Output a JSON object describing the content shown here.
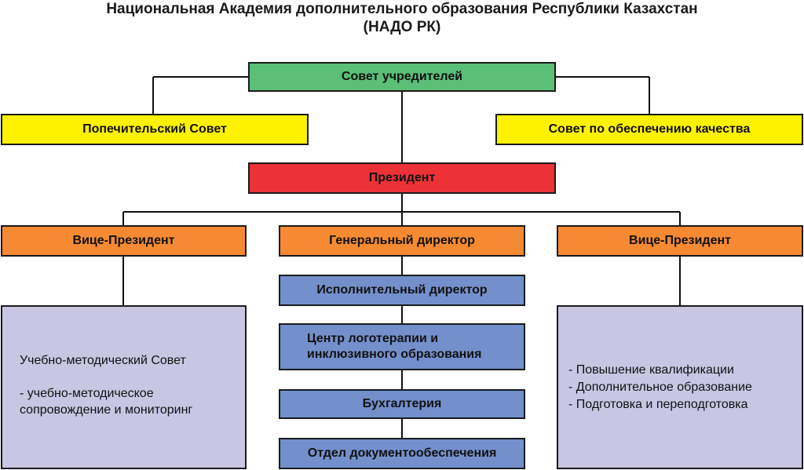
{
  "title": {
    "line1": "Национальная Академия дополнительного образования Республики Казахстан",
    "line2": "(НАДО РК)"
  },
  "founders_council": "Совет учредителей",
  "trustee_council": "Попечительский Совет",
  "quality_council": "Совет по обеспечению качества",
  "president": "Президент",
  "vice_president_left": "Вице-Президент",
  "general_director": "Генеральный директор",
  "vice_president_right": "Вице-Президент",
  "executive_director": "Исполнительный директор",
  "speech_center": {
    "line1": "Центр логотерапии и",
    "line2": "инклюзивного образования"
  },
  "accounting": "Бухгалтерия",
  "documentation_dept": "Отдел документообеспечения",
  "left_panel": {
    "heading": "Учебно-методический Совет",
    "line1": "- учебно-методическое",
    "line2": "сопровождение и мониторинг"
  },
  "right_panel": {
    "items": [
      "- Повышение квалификации",
      "- Дополнительное образование",
      "- Подготовка и переподготовка"
    ]
  },
  "colors": {
    "green": "#5bbf78",
    "yellow": "#fff200",
    "red": "#ec3237",
    "orange": "#f58a33",
    "blue": "#7390cc",
    "lavender": "#c8c6e3"
  }
}
